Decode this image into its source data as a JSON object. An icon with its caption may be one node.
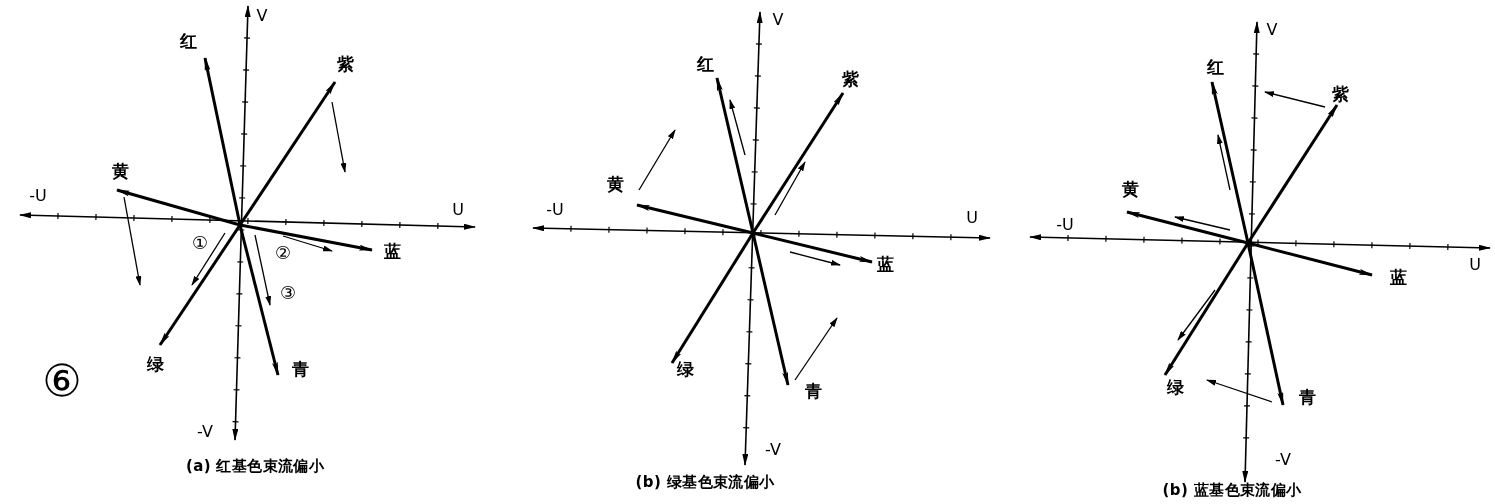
{
  "diagram": {
    "labels": [
      "V",
      "红",
      "紫",
      "黄",
      "-U",
      "U",
      "①",
      "②",
      "蓝",
      "③",
      "绿",
      "青",
      "⑥",
      "-V",
      "(a) 红基色束流偏小",
      "V",
      "红",
      "紫",
      "黄",
      "-U",
      "U",
      "蓝",
      "绿",
      "青",
      "-V",
      "(b) 绿基色束流偏小",
      "V",
      "红",
      "紫",
      "黄",
      "-U",
      "U",
      "蓝",
      "绿",
      "青",
      "-V",
      "(b) 蓝基色束流偏小"
    ]
  }
}
